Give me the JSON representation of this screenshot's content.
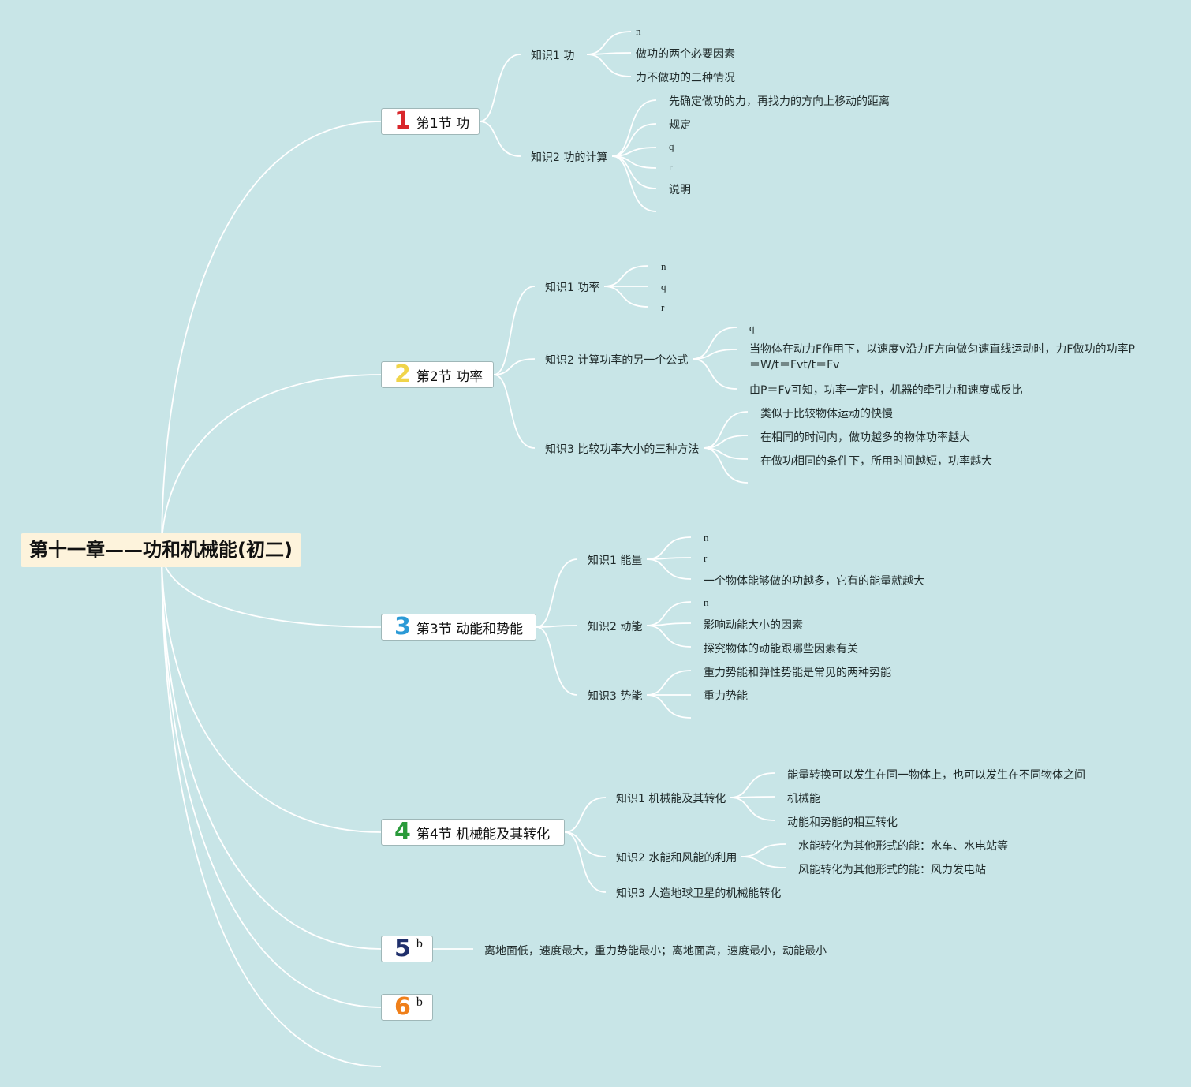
{
  "title": "第十一章——功和机械能(初二)",
  "sections": [
    {
      "num": "1",
      "num_color": "#d9262b",
      "label": "第1节 功",
      "knowledge": [
        {
          "label": "知识1 功",
          "items": [
            "n",
            "做功的两个必要因素",
            "力不做功的三种情况"
          ]
        },
        {
          "label": "知识2 功的计算",
          "items": [
            "先确定做功的力，再找力的方向上移动的距离",
            "规定",
            "q",
            "r",
            "说明"
          ]
        }
      ]
    },
    {
      "num": "2",
      "num_color": "#f0d44a",
      "label": "第2节 功率",
      "knowledge": [
        {
          "label": "知识1 功率",
          "items": [
            "n",
            "q",
            "r"
          ]
        },
        {
          "label": "知识2 计算功率的另一个公式",
          "items": [
            "q",
            "当物体在动力F作用下，以速度v沿力F方向做匀速直线运动时，力F做功的功率P＝W/t＝Fvt/t＝Fv",
            "由P＝Fv可知，功率一定时，机器的牵引力和速度成反比"
          ]
        },
        {
          "label": "知识3 比较功率大小的三种方法",
          "items": [
            "类似于比较物体运动的快慢",
            "在相同的时间内，做功越多的物体功率越大",
            "在做功相同的条件下，所用时间越短，功率越大"
          ]
        }
      ]
    },
    {
      "num": "3",
      "num_color": "#2b9ad6",
      "label": "第3节 动能和势能",
      "knowledge": [
        {
          "label": "知识1 能量",
          "items": [
            "n",
            "r",
            "一个物体能够做的功越多，它有的能量就越大"
          ]
        },
        {
          "label": "知识2 动能",
          "items": [
            "n",
            "影响动能大小的因素",
            "探究物体的动能跟哪些因素有关"
          ]
        },
        {
          "label": "知识3 势能",
          "items": [
            "重力势能和弹性势能是常见的两种势能",
            "重力势能"
          ]
        }
      ]
    },
    {
      "num": "4",
      "num_color": "#2a9a3a",
      "label": "第4节 机械能及其转化",
      "knowledge": [
        {
          "label": "知识1 机械能及其转化",
          "items": [
            "能量转换可以发生在同一物体上，也可以发生在不同物体之间",
            "机械能",
            "动能和势能的相互转化"
          ]
        },
        {
          "label": "知识2 水能和风能的利用",
          "items": [
            "水能转化为其他形式的能：水车、水电站等",
            "风能转化为其他形式的能：风力发电站"
          ]
        },
        {
          "label": "知识3 人造地球卫星的机械能转化",
          "items": []
        }
      ]
    },
    {
      "num": "5",
      "num_color": "#1f2f6b",
      "label": "b",
      "knowledge": [
        {
          "label": "离地面低，速度最大，重力势能最小；离地面高，速度最小，动能最小",
          "items": []
        }
      ]
    },
    {
      "num": "6",
      "num_color": "#ef7f1a",
      "label": "b",
      "knowledge": []
    }
  ],
  "colors": {
    "background": "#c8e5e7",
    "connector": "#ffffff",
    "root_fill": "#fdf3dc",
    "section_fill": "#ffffff"
  }
}
